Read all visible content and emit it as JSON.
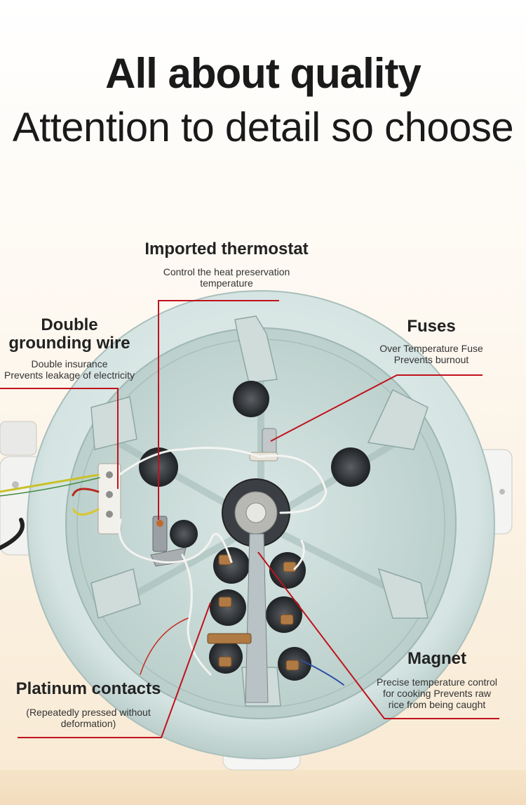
{
  "headline": {
    "line1": "All about quality",
    "line2": "Attention to detail so choose"
  },
  "callouts": {
    "thermostat": {
      "title": "Imported thermostat",
      "desc": [
        "Control the heat preservation",
        "temperature"
      ]
    },
    "grounding": {
      "title": [
        "Double",
        "grounding wire"
      ],
      "desc": [
        "Double insurance",
        "Prevents leakage of electricity"
      ]
    },
    "fuses": {
      "title": "Fuses",
      "desc": [
        "Over Temperature Fuse",
        "Prevents burnout"
      ]
    },
    "magnet": {
      "title": "Magnet",
      "desc": [
        "Precise temperature control",
        "for cooking Prevents raw",
        "rice from being caught"
      ]
    },
    "platinum": {
      "title": "Platinum contacts",
      "desc": [
        "(Repeatedly pressed without",
        "deformation)"
      ]
    }
  },
  "colors": {
    "leader_line": "#c0121c",
    "body_shell": "#dbe8e6",
    "plate": "#c9dad7"
  }
}
